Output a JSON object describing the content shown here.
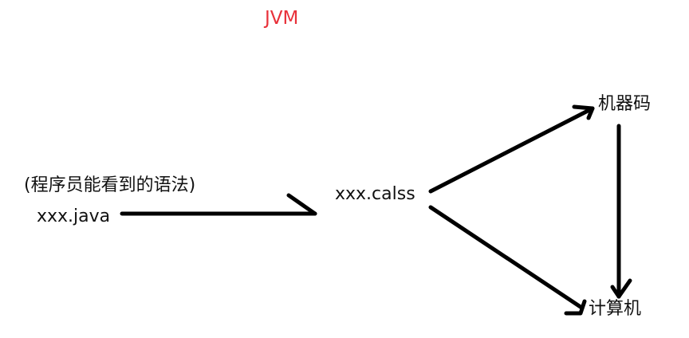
{
  "title": "JVM",
  "colors": {
    "title": "#e8313a",
    "ink": "#000000"
  },
  "nodes": {
    "source_note": "(程序员能看到的语法)",
    "source_file": "xxx.java",
    "class_file": "xxx.calss",
    "machine_code": "机器码",
    "computer": "计算机"
  },
  "edges": [
    {
      "from": "source_file",
      "to": "class_file"
    },
    {
      "from": "class_file",
      "to": "machine_code"
    },
    {
      "from": "class_file",
      "to": "computer"
    },
    {
      "from": "machine_code",
      "to": "computer"
    }
  ]
}
